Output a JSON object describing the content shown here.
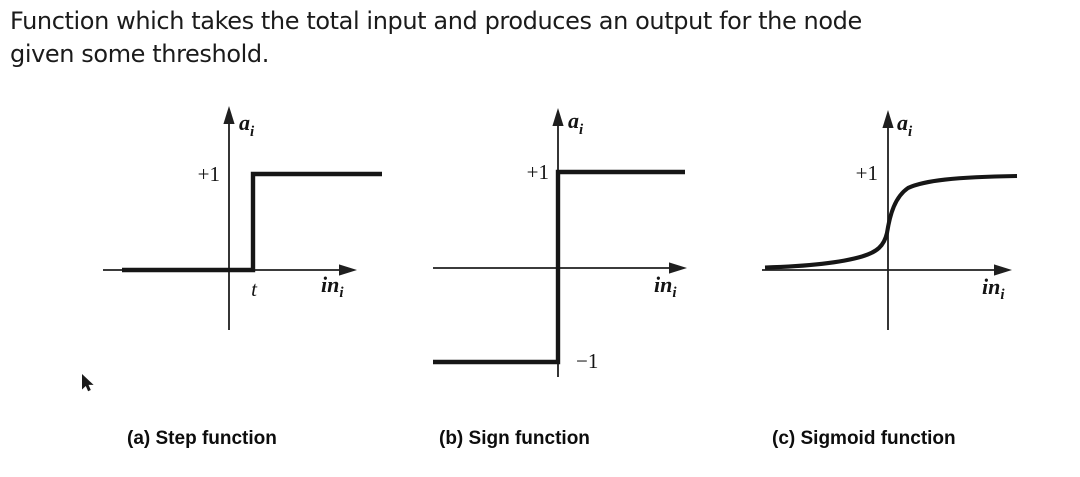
{
  "title": {
    "line1": "Function which takes the total input and produces an output for the node",
    "line2": "given some threshold."
  },
  "figure": {
    "panels": [
      {
        "caption": "(a) Step function",
        "y_axis_label": "a",
        "y_axis_sub": "i",
        "x_axis_label": "in",
        "x_axis_sub": "i",
        "upper_value_label": "+1",
        "threshold_label": "t"
      },
      {
        "caption": "(b) Sign function",
        "y_axis_label": "a",
        "y_axis_sub": "i",
        "x_axis_label": "in",
        "x_axis_sub": "i",
        "upper_value_label": "+1",
        "lower_value_label": "−1"
      },
      {
        "caption": "(c) Sigmoid function",
        "y_axis_label": "a",
        "y_axis_sub": "i",
        "x_axis_label": "in",
        "x_axis_sub": "i",
        "upper_value_label": "+1"
      }
    ]
  },
  "colors": {
    "background": "#ffffff",
    "ink": "#1a1a1a"
  },
  "chart_data": [
    {
      "type": "line",
      "title": "(a) Step function",
      "xlabel": "in_i",
      "ylabel": "a_i",
      "x": [
        "-inf",
        "t",
        "t",
        "+inf"
      ],
      "y": [
        0,
        0,
        1,
        1
      ],
      "annotations": [
        "+1",
        "t"
      ]
    },
    {
      "type": "line",
      "title": "(b) Sign function",
      "xlabel": "in_i",
      "ylabel": "a_i",
      "x": [
        "-inf",
        0,
        0,
        "+inf"
      ],
      "y": [
        -1,
        -1,
        1,
        1
      ],
      "annotations": [
        "+1",
        "−1"
      ]
    },
    {
      "type": "line",
      "title": "(c) Sigmoid function",
      "xlabel": "in_i",
      "ylabel": "a_i",
      "asymptotes": [
        0,
        1
      ],
      "annotations": [
        "+1"
      ]
    }
  ]
}
